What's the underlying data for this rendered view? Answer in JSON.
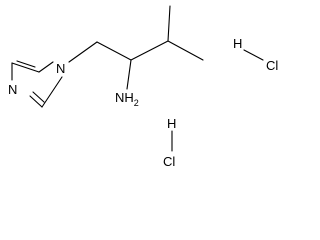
{
  "molecule": {
    "atoms": {
      "n_imidazole_substituted": "N",
      "n_imidazole_ring": "N",
      "amine": "NH",
      "amine_subscript": "2"
    },
    "salts": [
      {
        "h": "H",
        "cl": "Cl"
      },
      {
        "h": "H",
        "cl": "Cl"
      }
    ]
  },
  "colors": {
    "bond": "#000000",
    "background": "#ffffff"
  }
}
